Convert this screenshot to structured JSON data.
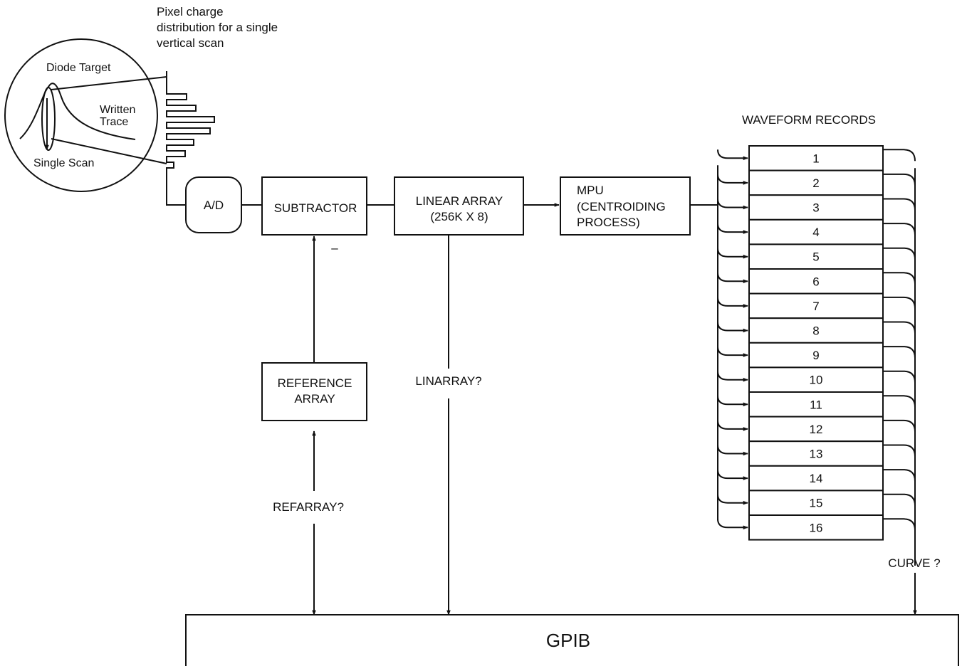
{
  "annotation": {
    "pixel_charge_line1": "Pixel charge",
    "pixel_charge_line2": "distribution for a single",
    "pixel_charge_line3": "vertical scan"
  },
  "diode": {
    "target_label": "Diode Target",
    "written_line1": "Written",
    "written_line2": "Trace",
    "single_scan_label": "Single Scan"
  },
  "blocks": {
    "ad": "A/D",
    "subtractor": "SUBTRACTOR",
    "subtractor_minus": "–",
    "linear_array_line1": "LINEAR ARRAY",
    "linear_array_line2": "(256K X 8)",
    "mpu_line1": "MPU",
    "mpu_line2": "(CENTROIDING",
    "mpu_line3": "PROCESS)",
    "reference_line1": "REFERENCE",
    "reference_line2": "ARRAY",
    "gpib": "GPIB"
  },
  "queries": {
    "linarray": "LINARRAY?",
    "refarray": "REFARRAY?",
    "curve": "CURVE ?"
  },
  "waveform": {
    "title": "WAVEFORM RECORDS",
    "records": [
      "1",
      "2",
      "3",
      "4",
      "5",
      "6",
      "7",
      "8",
      "9",
      "10",
      "11",
      "12",
      "13",
      "14",
      "15",
      "16"
    ]
  },
  "colors": {
    "stroke": "#111111",
    "background": "#ffffff"
  }
}
